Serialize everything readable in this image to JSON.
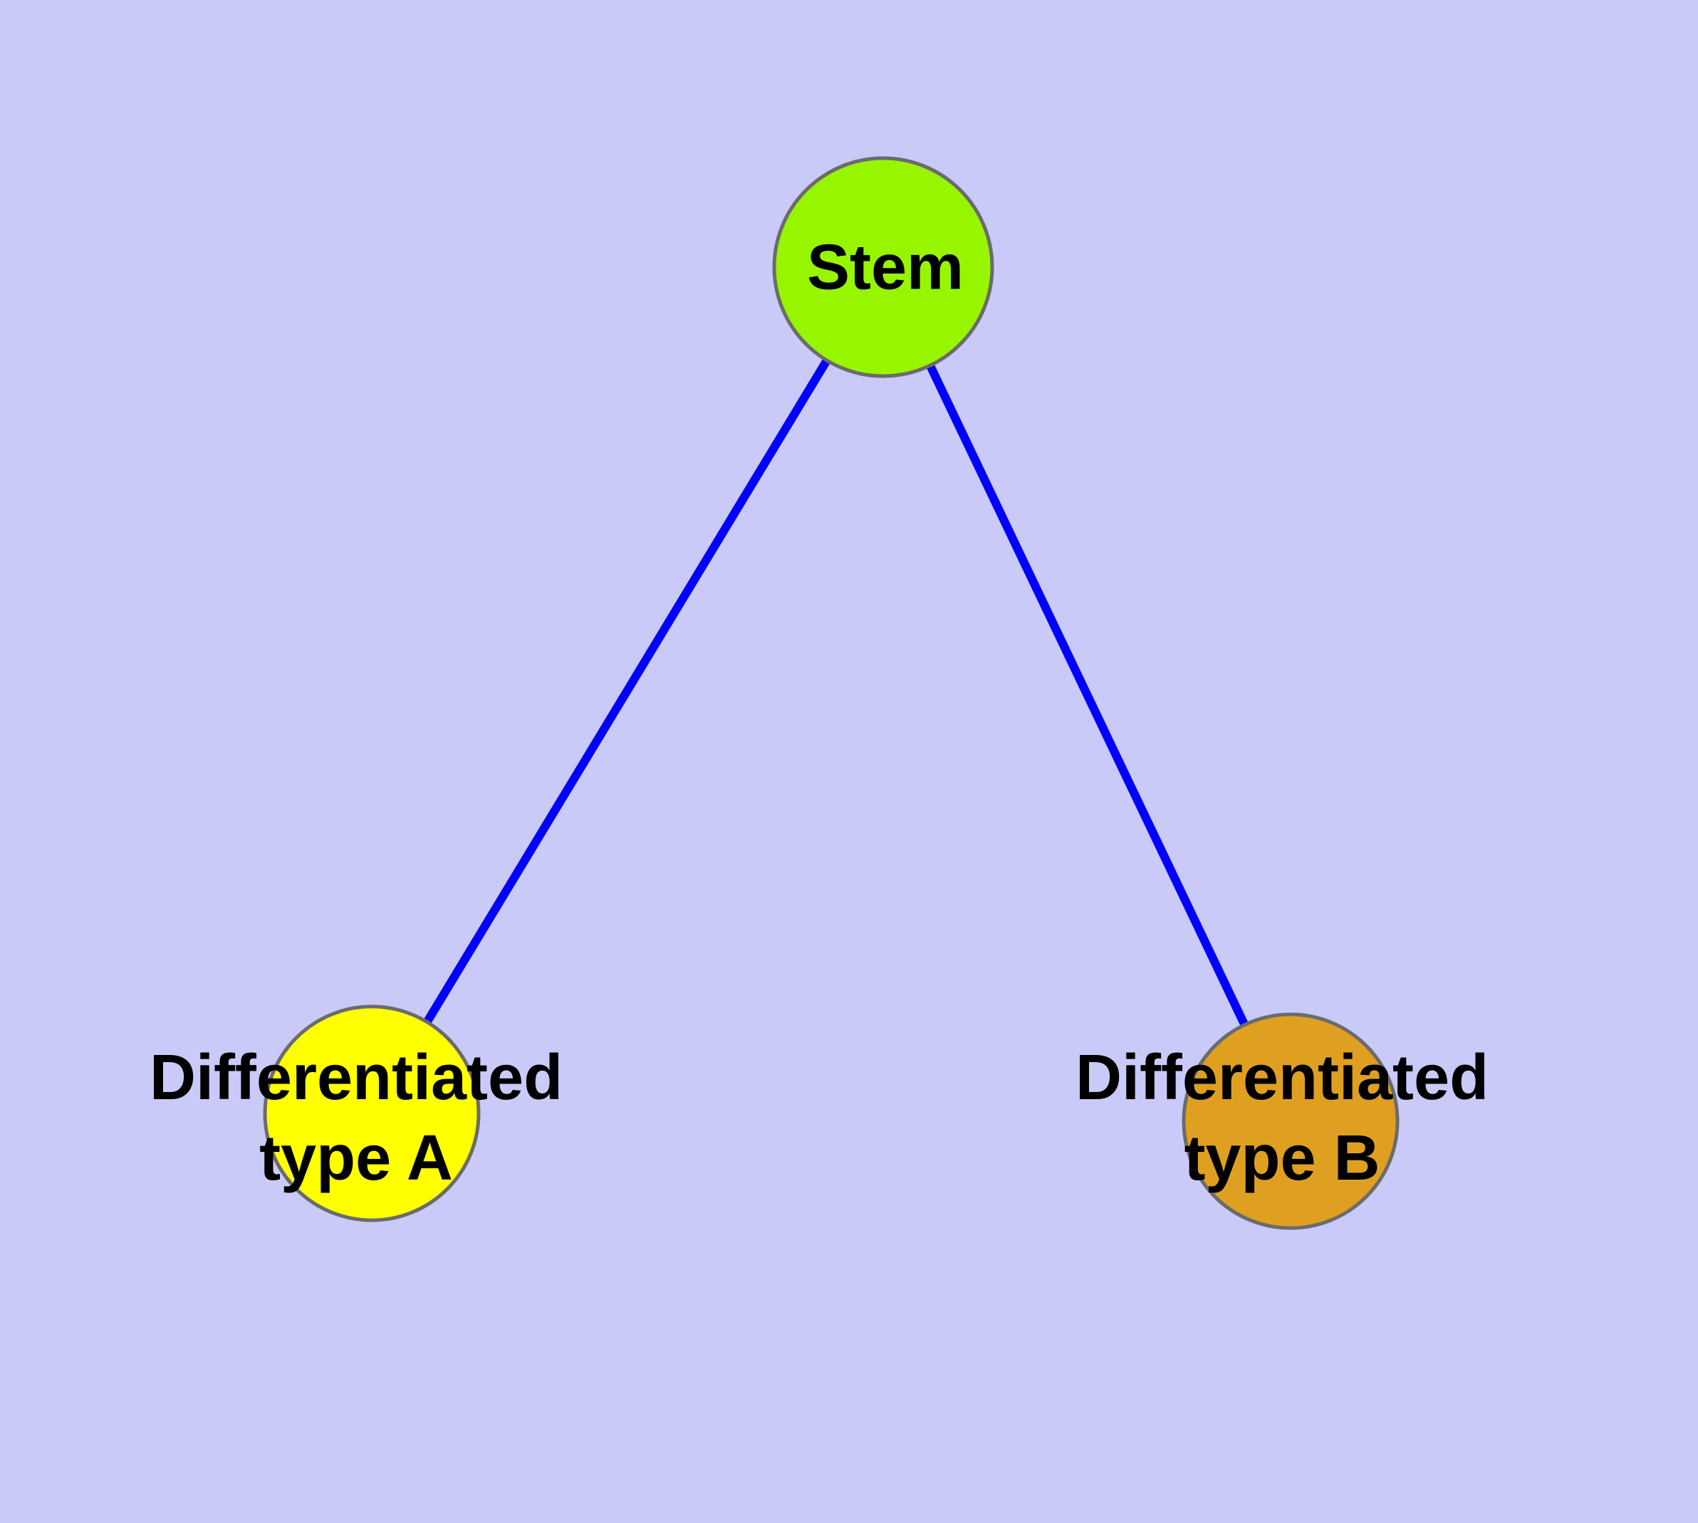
{
  "diagram": {
    "background_color": "#CACAF8",
    "edge_color": "#0000FF",
    "node_border_color": "#6B6B6B",
    "text_color": "#000000",
    "nodes": {
      "stem": {
        "label": "Stem",
        "fill": "#98F500"
      },
      "type_a": {
        "label": "Differentiated\ntype A",
        "fill": "#FFFF00"
      },
      "type_b": {
        "label": "Differentiated\ntype B",
        "fill": "#DFA021"
      }
    },
    "edges": [
      {
        "from": "Stem",
        "to": "Differentiated type A"
      },
      {
        "from": "Stem",
        "to": "Differentiated type B"
      }
    ]
  }
}
